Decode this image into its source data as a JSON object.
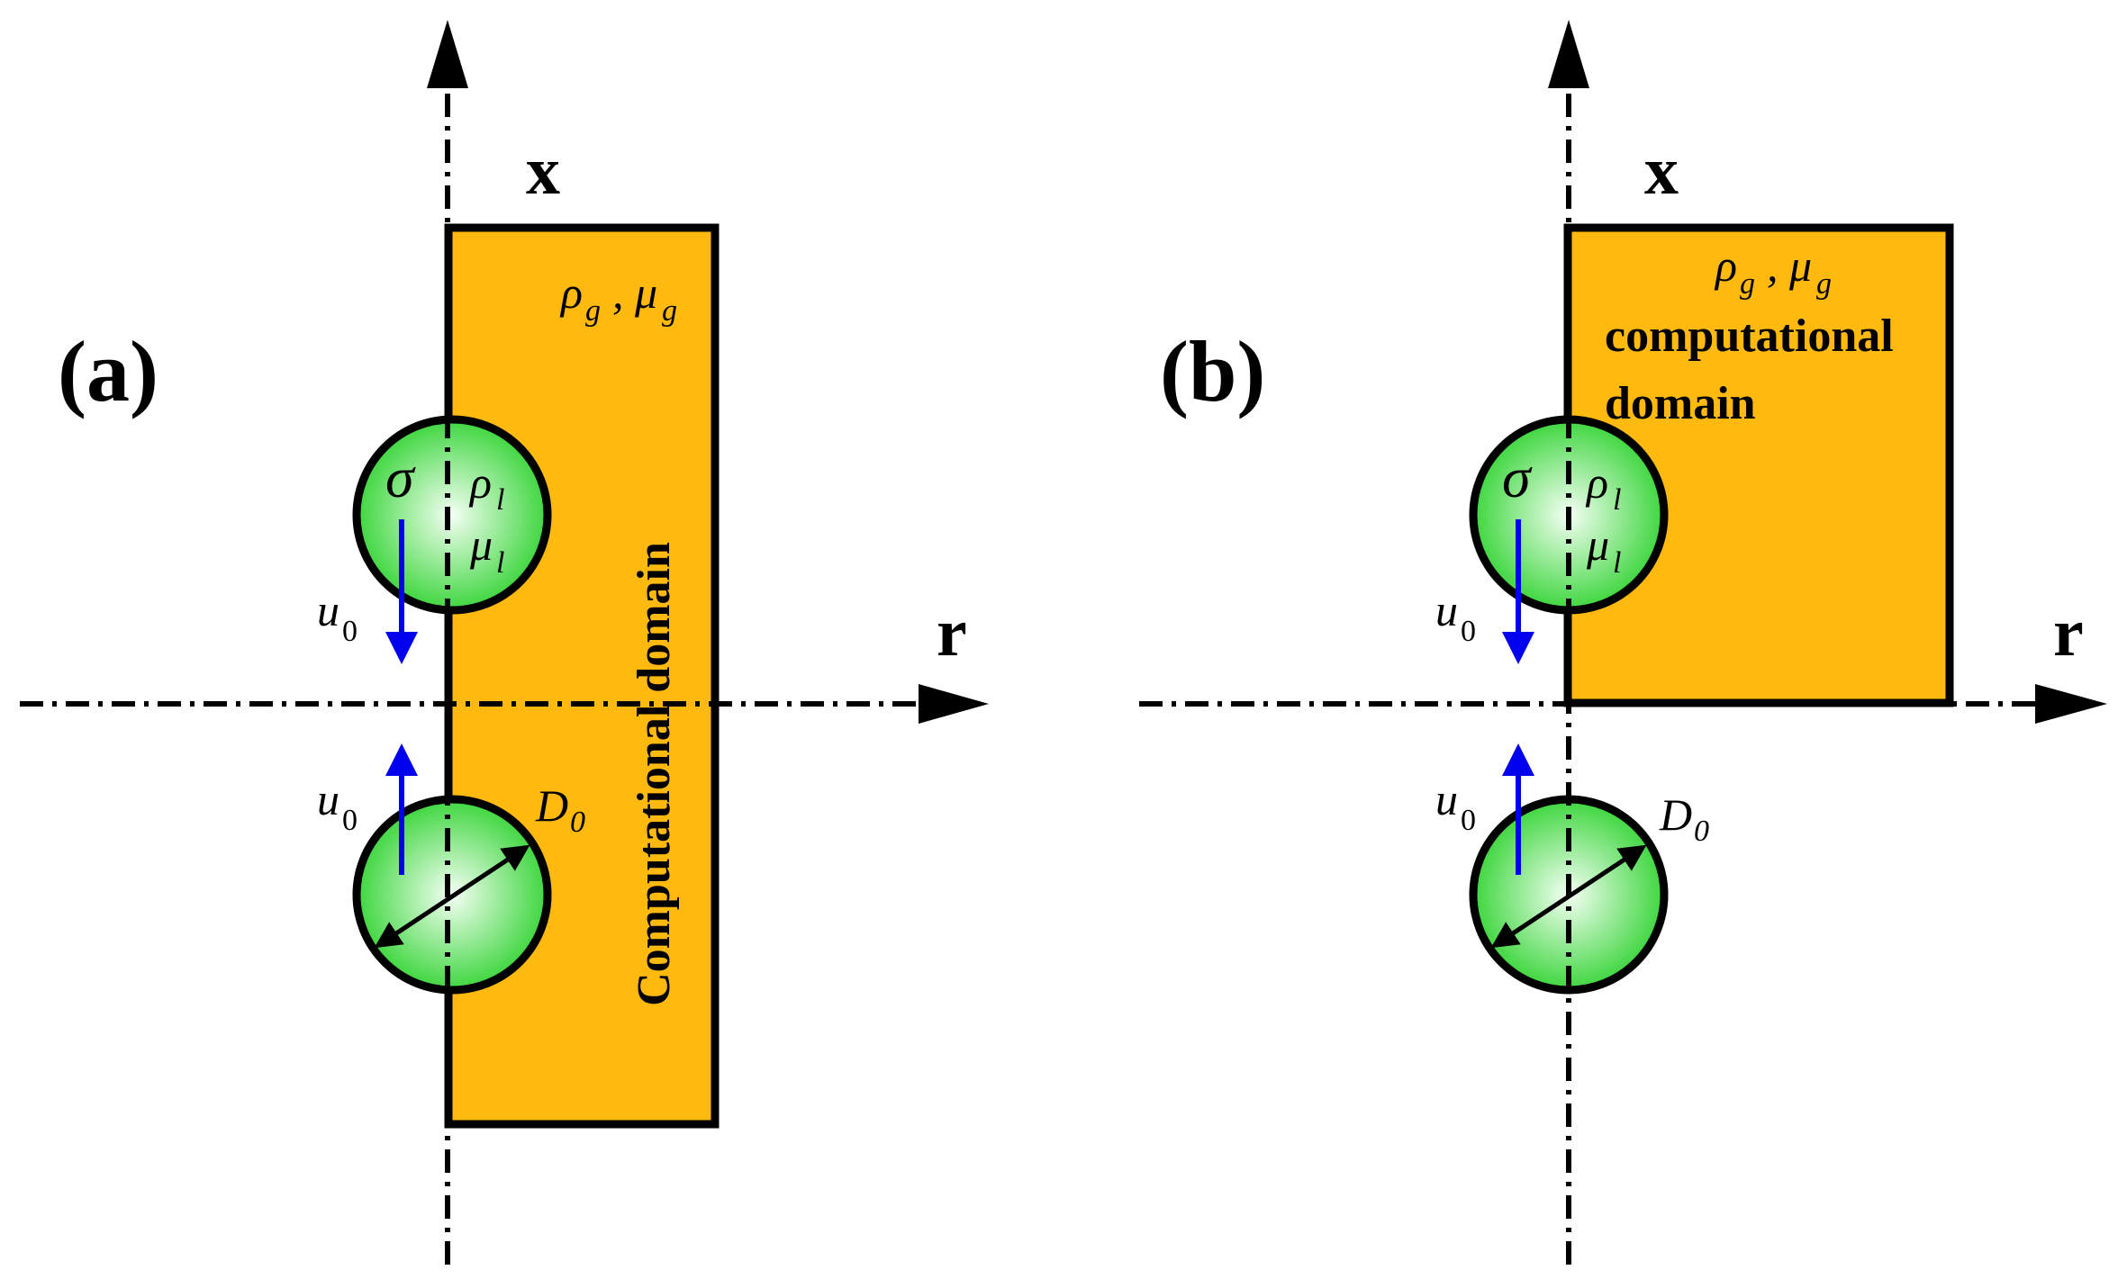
{
  "colors": {
    "domain_fill": "#FFB90F",
    "outline": "#000000",
    "droplet_center": "#F4FFF4",
    "droplet_edge": "#3ED63E",
    "velocity_arrow": "#0000EE"
  },
  "axes": {
    "x_label": "x",
    "r_label": "r"
  },
  "symbols": {
    "rho": "ρ",
    "mu": "μ",
    "sigma": "σ",
    "u": "u",
    "D": "D",
    "sub_g": "g",
    "sub_l": "l",
    "sub_0": "0",
    "comma": ","
  },
  "panel_a": {
    "label": "(a)",
    "domain_label": "Computational  domain"
  },
  "panel_b": {
    "label": "(b)",
    "domain_label_line1": "computational",
    "domain_label_line2": "domain"
  }
}
